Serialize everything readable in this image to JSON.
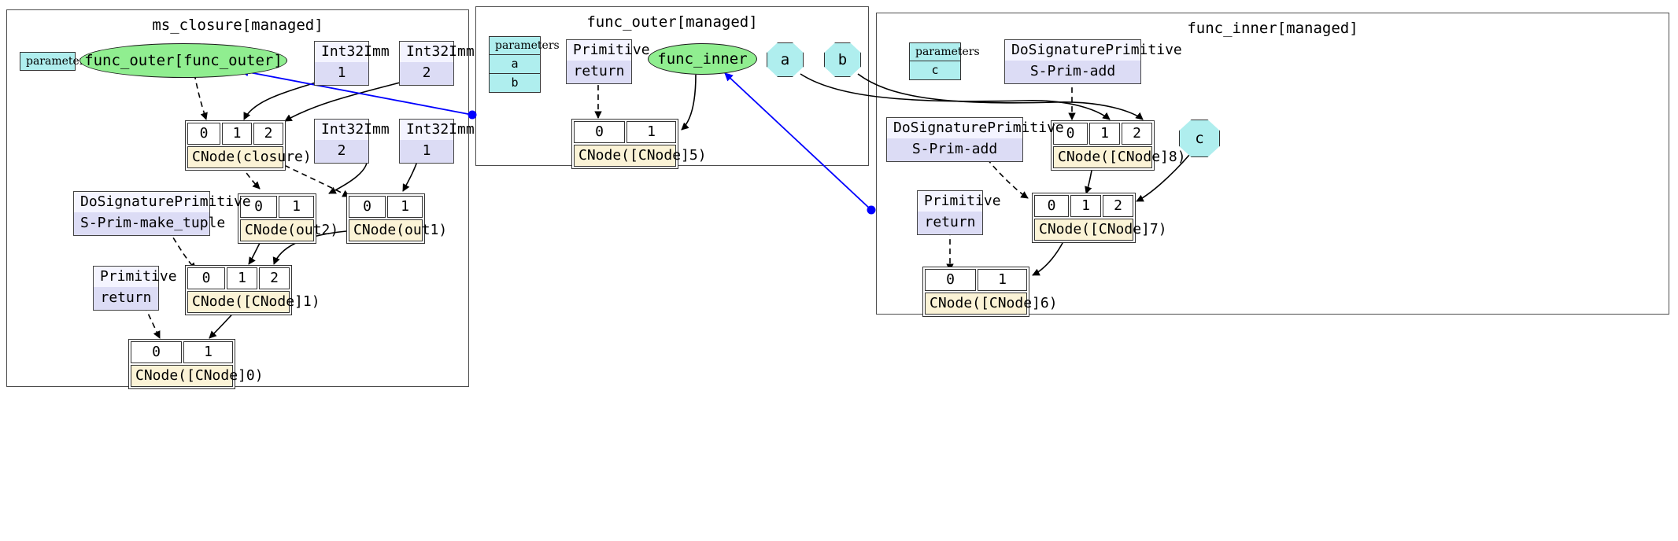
{
  "clusters": [
    {
      "id": "ms_closure",
      "title": "ms_closure[managed]"
    },
    {
      "id": "func_outer",
      "title": "func_outer[managed]"
    },
    {
      "id": "func_inner",
      "title": "func_inner[managed]"
    }
  ],
  "ms_closure": {
    "parameters": {
      "header": "parameters",
      "rows": []
    },
    "func_ellipse": "func_outer[func_outer]",
    "int_a": {
      "type": "Int32Imm",
      "value": "1"
    },
    "int_b": {
      "type": "Int32Imm",
      "value": "2"
    },
    "int_c": {
      "type": "Int32Imm",
      "value": "2"
    },
    "int_d": {
      "type": "Int32Imm",
      "value": "1"
    },
    "closure": {
      "slots": [
        "0",
        "1",
        "2"
      ],
      "label": "CNode(closure)"
    },
    "out2": {
      "slots": [
        "0",
        "1"
      ],
      "label": "CNode(out2)"
    },
    "out1": {
      "slots": [
        "0",
        "1"
      ],
      "label": "CNode(out1)"
    },
    "make_tuple": {
      "top": "DoSignaturePrimitive",
      "bottom": "S-Prim-make_tuple"
    },
    "ret": {
      "top": "Primitive",
      "bottom": "return"
    },
    "cnode1": {
      "slots": [
        "0",
        "1",
        "2"
      ],
      "label": "CNode([CNode]1)"
    },
    "cnode0": {
      "slots": [
        "0",
        "1"
      ],
      "label": "CNode([CNode]0)"
    }
  },
  "func_outer": {
    "parameters": {
      "header": "parameters",
      "rows": [
        "a",
        "b"
      ]
    },
    "ret": {
      "top": "Primitive",
      "bottom": "return"
    },
    "cnode5": {
      "slots": [
        "0",
        "1"
      ],
      "label": "CNode([CNode]5)"
    },
    "func_ellipse": "func_inner",
    "arg_a": "a",
    "arg_b": "b"
  },
  "func_inner": {
    "parameters": {
      "header": "parameters",
      "rows": [
        "c"
      ]
    },
    "add_top": {
      "top": "DoSignaturePrimitive",
      "bottom": "S-Prim-add"
    },
    "add_mid": {
      "top": "DoSignaturePrimitive",
      "bottom": "S-Prim-add"
    },
    "ret": {
      "top": "Primitive",
      "bottom": "return"
    },
    "cnode8": {
      "slots": [
        "0",
        "1",
        "2"
      ],
      "label": "CNode([CNode]8)"
    },
    "cnode7": {
      "slots": [
        "0",
        "1",
        "2"
      ],
      "label": "CNode([CNode]7)"
    },
    "cnode6": {
      "slots": [
        "0",
        "1"
      ],
      "label": "CNode([CNode]6)"
    },
    "arg_c": "c"
  },
  "colors": {
    "function_fill": "#90ee90",
    "param_fill": "#afeeee",
    "primitive_fill": "#dcdcf5",
    "cnode_label_fill": "#fbf3d6",
    "cross_graph_edge": "#0000ff",
    "edge": "#000000"
  }
}
